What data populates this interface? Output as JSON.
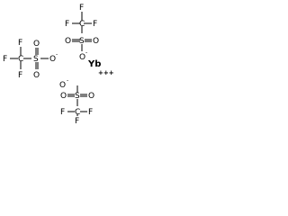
{
  "molecule": {
    "metal": {
      "symbol": "Yb",
      "charge": "+++"
    },
    "fragments": [
      {
        "fluorines": [
          "F",
          "F",
          "F"
        ],
        "carbon": "C",
        "sulfur": "S",
        "oxygens": [
          "O",
          "O"
        ],
        "anion_oxygen": "O",
        "anion_charge": "-"
      },
      {
        "fluorines": [
          "F",
          "F",
          "F"
        ],
        "carbon": "C",
        "sulfur": "S",
        "oxygens": [
          "O",
          "O"
        ],
        "anion_oxygen": "O",
        "anion_charge": "-"
      },
      {
        "fluorines": [
          "F",
          "F",
          "F"
        ],
        "carbon": "C",
        "sulfur": "S",
        "oxygens": [
          "O",
          "O"
        ],
        "anion_oxygen": "O",
        "anion_charge": "-"
      }
    ]
  }
}
